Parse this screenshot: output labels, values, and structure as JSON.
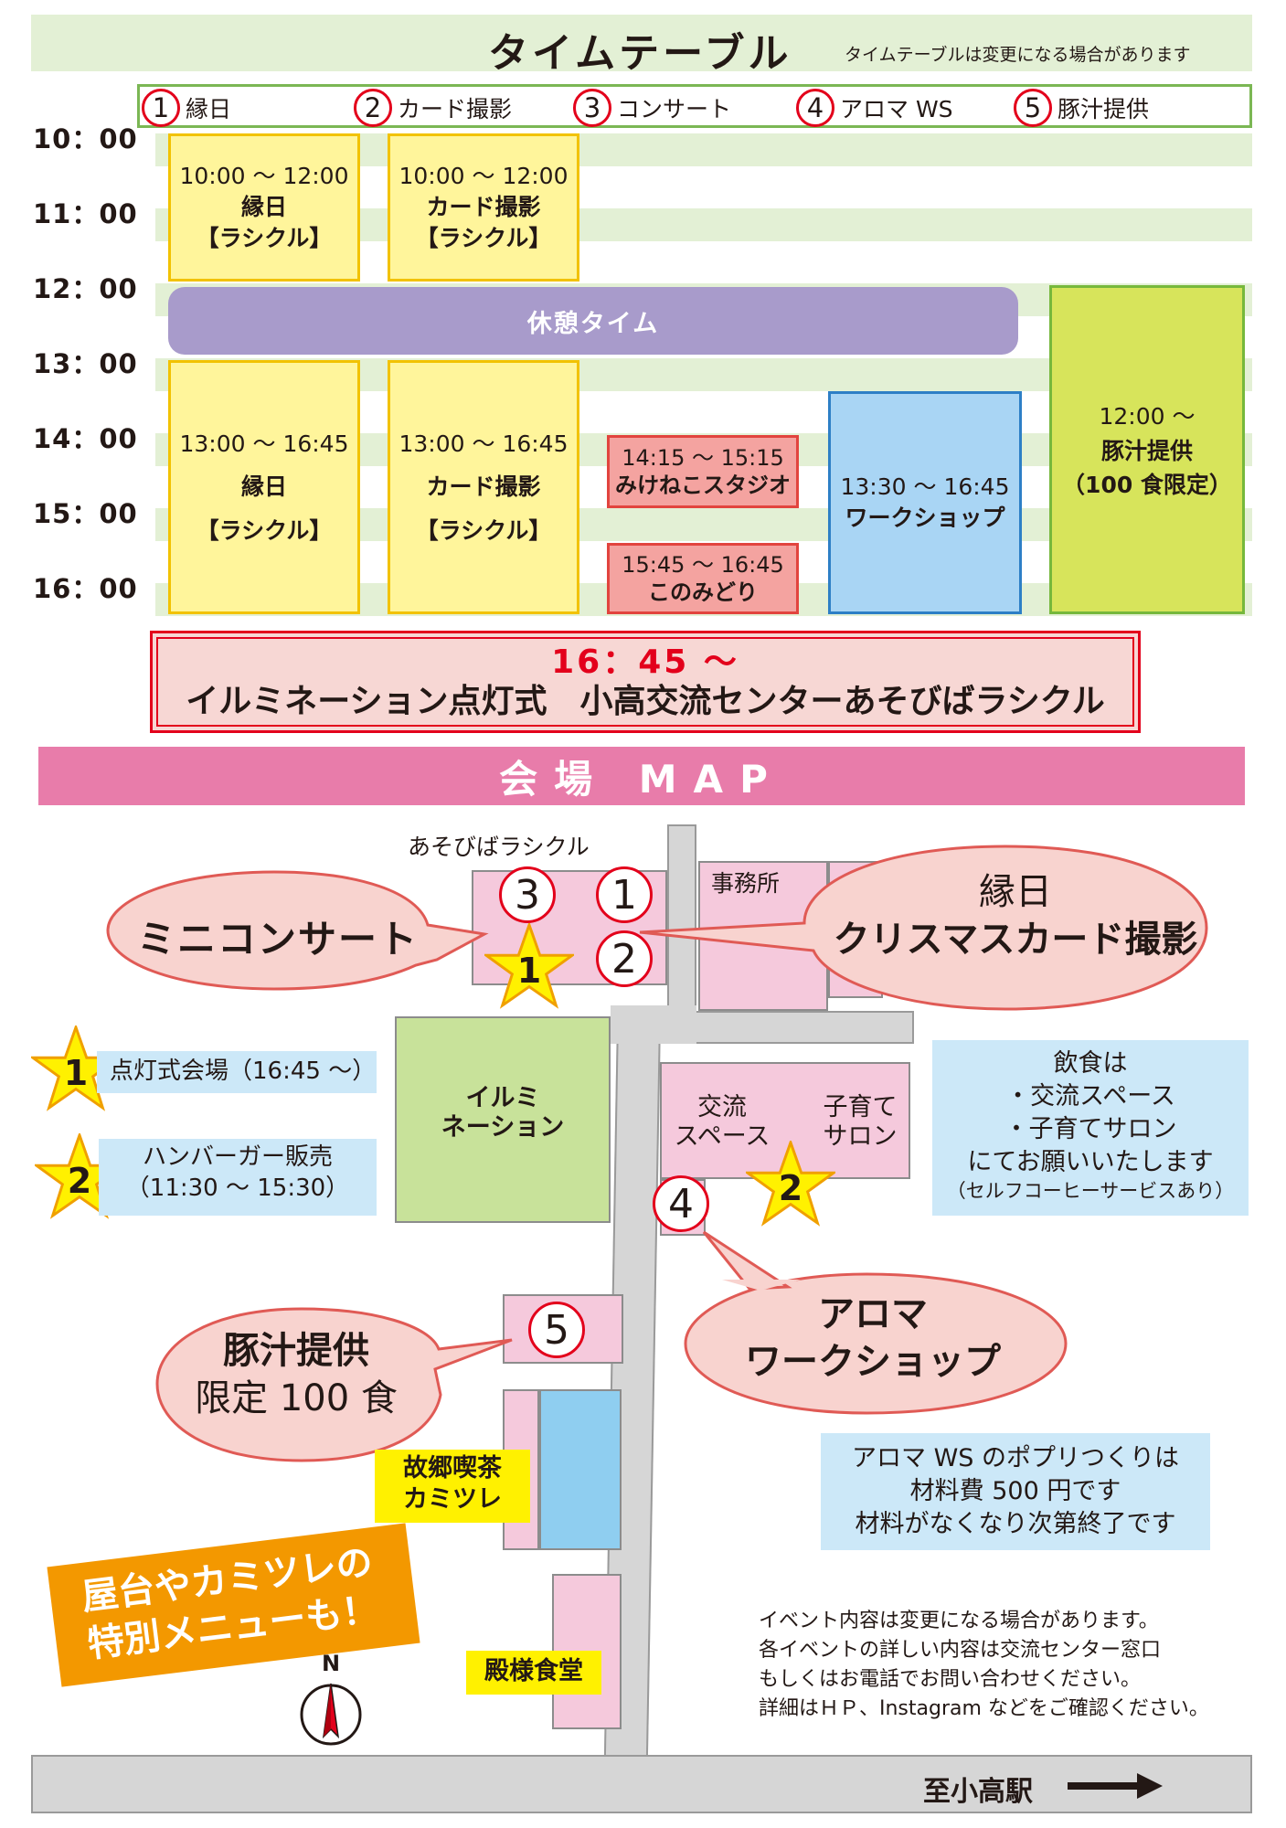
{
  "timetable": {
    "title": "タイムテーブル",
    "note": "タイムテーブルは変更になる場合があります",
    "legend": [
      {
        "num": "1",
        "label": "縁日"
      },
      {
        "num": "2",
        "label": "カード撮影"
      },
      {
        "num": "3",
        "label": "コンサート"
      },
      {
        "num": "4",
        "label": "アロマ WS"
      },
      {
        "num": "5",
        "label": "豚汁提供"
      }
    ],
    "hours": [
      "10：00",
      "11：00",
      "12：00",
      "13：00",
      "14：00",
      "15：00",
      "16：00"
    ],
    "blocks": {
      "ennichi_am": {
        "time": "10:00 〜 12:00",
        "name": "縁日",
        "venue": "【ラシクル】"
      },
      "card_am": {
        "time": "10:00 〜 12:00",
        "name": "カード撮影",
        "venue": "【ラシクル】"
      },
      "break": "休憩タイム",
      "ennichi_pm": {
        "time": "13:00 〜 16:45",
        "name": "縁日",
        "venue": "【ラシクル】"
      },
      "card_pm": {
        "time": "13:00 〜 16:45",
        "name": "カード撮影",
        "venue": "【ラシクル】"
      },
      "concert1": {
        "time": "14:15 〜 15:15",
        "name": "みけねこスタジオ"
      },
      "concert2": {
        "time": "15:45 〜 16:45",
        "name": "このみどり"
      },
      "workshop": {
        "time": "13:30 〜 16:45",
        "name": "ワークショップ"
      },
      "tonjiru": {
        "time": "12:00 〜",
        "name": "豚汁提供",
        "note": "（100 食限定）"
      }
    },
    "illumination": {
      "time": "16：45 〜",
      "text": "イルミネーション点灯式　小高交流センターあそびばラシクル"
    }
  },
  "map": {
    "title": "会場 MAP",
    "labels": {
      "rashikuru": "あそびばラシクル",
      "office": "事務所",
      "illumination_line1": "イルミ",
      "illumination_line2": "ネーション",
      "koryu_line1": "交流",
      "koryu_line2": "スペース",
      "kosodate_line1": "子育て",
      "kosodate_line2": "サロン"
    },
    "bubbles": {
      "concert": "ミニコンサート",
      "ennichi_line1": "縁日",
      "ennichi_line2": "クリスマスカード撮影",
      "aroma_line1": "アロマ",
      "aroma_line2": "ワークショップ",
      "tonjiru_line1": "豚汁提供",
      "tonjiru_line2": "限定 100 食"
    },
    "stars": {
      "s1_label": "点灯式会場（16:45 〜）",
      "s2_line1": "ハンバーガー販売",
      "s2_line2": "（11:30 〜 15:30）"
    },
    "food_box": {
      "line1": "飲食は",
      "line2": "・交流スペース",
      "line3": "・子育てサロン",
      "line4": "にてお願いいたします",
      "line5": "（セルフコーヒーサービスあり）"
    },
    "aroma_box": {
      "line1": "アロマ WS のポプリつくりは",
      "line2": "材料費 500 円です",
      "line3": "材料がなくなり次第終了です"
    },
    "shops": {
      "kamitsure_line1": "故郷喫茶",
      "kamitsure_line2": "カミツレ",
      "tonosama": "殿様食堂"
    },
    "promo": {
      "line1": "屋台やカミツレの",
      "line2": "特別メニューも！"
    },
    "notice": [
      "イベント内容は変更になる場合があります。",
      "各イベントの詳しい内容は交流センター窓口",
      "もしくはお電話でお問い合わせください。",
      "詳細はＨＰ、Instagram などをご確認ください。"
    ],
    "north": "N",
    "station": "至小高駅"
  },
  "colors": {
    "accent_red": "#e3001b",
    "header_green": "#e3f0d5",
    "map_header_pink": "#e87caa",
    "break_purple": "#a89bcb",
    "promo_orange": "#f39800"
  }
}
